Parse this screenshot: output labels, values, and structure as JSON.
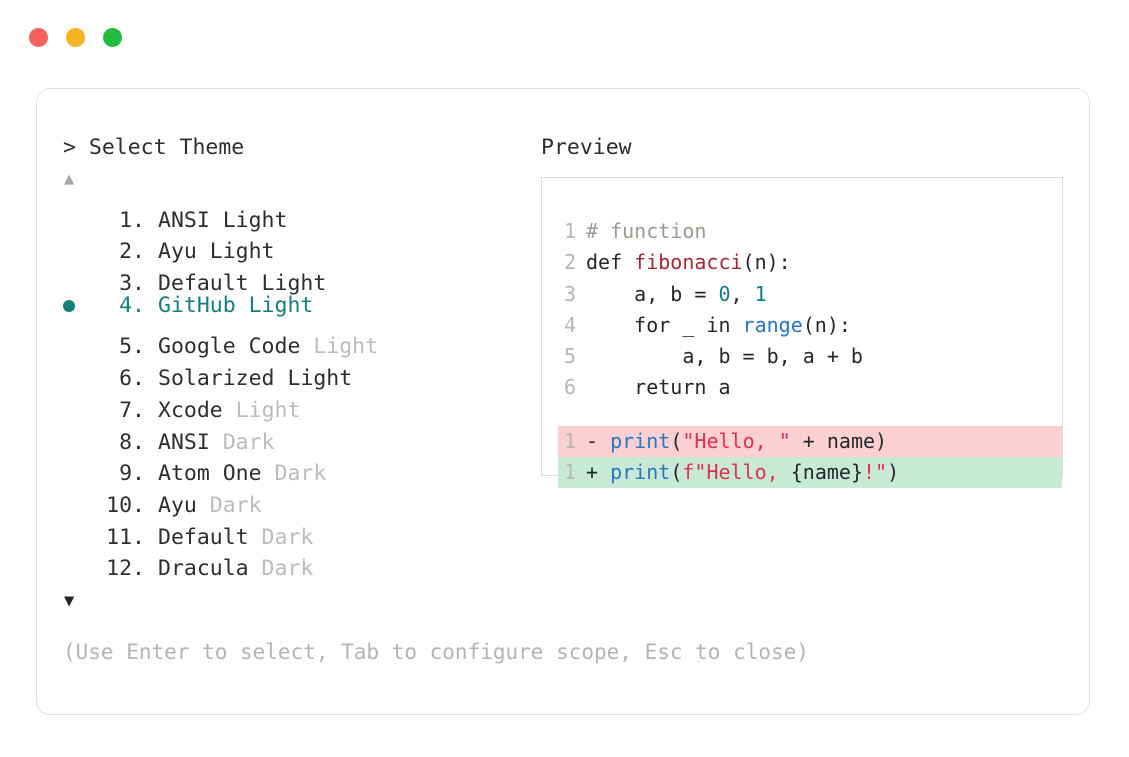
{
  "window": {
    "traffic_lights": [
      {
        "name": "close",
        "color": "#f8605c"
      },
      {
        "name": "minimize",
        "color": "#f5b426"
      },
      {
        "name": "maximize",
        "color": "#24bb3e"
      }
    ]
  },
  "left_panel": {
    "prompt_caret": ">",
    "title": "Select Theme",
    "scroll_up_icon": "▲",
    "scroll_down_icon": "▼",
    "selected_index": 4,
    "bullet_icon": "●",
    "items": [
      {
        "number": "1.",
        "name": "ANSI Light",
        "variant": "",
        "variant_muted": false,
        "selected": false
      },
      {
        "number": "2.",
        "name": "Ayu Light",
        "variant": "",
        "variant_muted": false,
        "selected": false
      },
      {
        "number": "3.",
        "name": "Default Light",
        "variant": "",
        "variant_muted": false,
        "selected": false
      },
      {
        "number": "4.",
        "name": "GitHub Light",
        "variant": "",
        "variant_muted": false,
        "selected": true
      },
      {
        "number": "5.",
        "name": "Google Code",
        "variant": " Light",
        "variant_muted": true,
        "selected": false
      },
      {
        "number": "6.",
        "name": "Solarized Light",
        "variant": "",
        "variant_muted": false,
        "selected": false
      },
      {
        "number": "7.",
        "name": "Xcode",
        "variant": " Light",
        "variant_muted": true,
        "selected": false
      },
      {
        "number": "8.",
        "name": "ANSI",
        "variant": " Dark",
        "variant_muted": true,
        "selected": false
      },
      {
        "number": "9.",
        "name": "Atom One",
        "variant": " Dark",
        "variant_muted": true,
        "selected": false
      },
      {
        "number": "10.",
        "name": "Ayu",
        "variant": " Dark",
        "variant_muted": true,
        "selected": false
      },
      {
        "number": "11.",
        "name": "Default",
        "variant": " Dark",
        "variant_muted": true,
        "selected": false
      },
      {
        "number": "12.",
        "name": "Dracula",
        "variant": " Dark",
        "variant_muted": true,
        "selected": false
      }
    ]
  },
  "right_panel": {
    "title": "Preview",
    "code_lines": [
      {
        "num": "1",
        "tokens": [
          {
            "t": "# function",
            "c": "tok-comment"
          }
        ]
      },
      {
        "num": "2",
        "tokens": [
          {
            "t": "def ",
            "c": "tok-plain"
          },
          {
            "t": "fibonacci",
            "c": "tok-func"
          },
          {
            "t": "(n):",
            "c": "tok-plain"
          }
        ]
      },
      {
        "num": "3",
        "tokens": [
          {
            "t": "    a, b = ",
            "c": "tok-plain"
          },
          {
            "t": "0",
            "c": "tok-num"
          },
          {
            "t": ", ",
            "c": "tok-plain"
          },
          {
            "t": "1",
            "c": "tok-num"
          }
        ]
      },
      {
        "num": "4",
        "tokens": [
          {
            "t": "    for _ in ",
            "c": "tok-plain"
          },
          {
            "t": "range",
            "c": "tok-builtin"
          },
          {
            "t": "(n):",
            "c": "tok-plain"
          }
        ]
      },
      {
        "num": "5",
        "tokens": [
          {
            "t": "        a, b = b, a + b",
            "c": "tok-plain"
          }
        ]
      },
      {
        "num": "6",
        "tokens": [
          {
            "t": "    return a",
            "c": "tok-plain"
          }
        ]
      }
    ],
    "diff_lines": [
      {
        "kind": "del",
        "num": "1",
        "sign": "-",
        "tokens": [
          {
            "t": " ",
            "c": "tok-plain"
          },
          {
            "t": "print",
            "c": "tok-builtin"
          },
          {
            "t": "(",
            "c": "tok-plain"
          },
          {
            "t": "\"Hello, \"",
            "c": "tok-str"
          },
          {
            "t": " + name)",
            "c": "tok-plain"
          }
        ]
      },
      {
        "kind": "add",
        "num": "1",
        "sign": "+",
        "tokens": [
          {
            "t": " ",
            "c": "tok-plain"
          },
          {
            "t": "print",
            "c": "tok-builtin"
          },
          {
            "t": "(",
            "c": "tok-plain"
          },
          {
            "t": "f\"Hello, ",
            "c": "tok-str"
          },
          {
            "t": "{name}",
            "c": "tok-plain"
          },
          {
            "t": "!\"",
            "c": "tok-str"
          },
          {
            "t": ")",
            "c": "tok-plain"
          }
        ]
      }
    ]
  },
  "footer": {
    "hint": "(Use Enter to select, Tab to configure scope, Esc to close)"
  },
  "colors": {
    "accent": "#158079",
    "text": "#2b2f33",
    "muted": "#b4b4b8",
    "diff_add_bg": "#c9e9d7",
    "diff_del_bg": "#fbd0d3",
    "card_border": "#e2e2e4"
  }
}
